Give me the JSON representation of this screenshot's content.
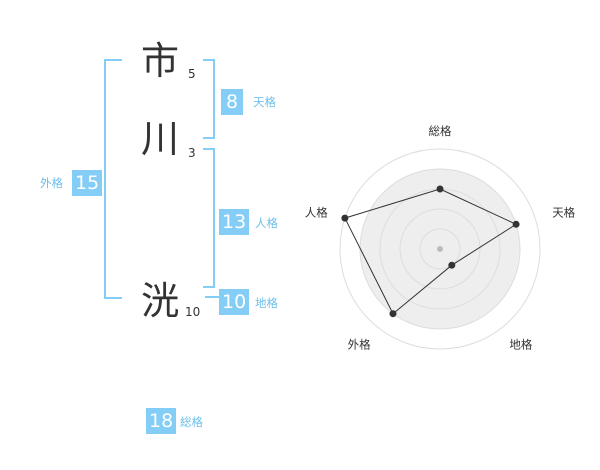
{
  "name": {
    "characters": [
      {
        "char": "市",
        "strokes": "5"
      },
      {
        "char": "川",
        "strokes": "3"
      },
      {
        "char": "洸",
        "strokes": "10"
      }
    ]
  },
  "kakusu": {
    "tenkaku": {
      "label": "天格",
      "value": "8"
    },
    "jinkaku": {
      "label": "人格",
      "value": "13"
    },
    "chikaku": {
      "label": "地格",
      "value": "10"
    },
    "gaikaku": {
      "label": "外格",
      "value": "15"
    },
    "soukaku": {
      "label": "総格",
      "value": "18"
    }
  },
  "colors": {
    "accent": "#84cdf6",
    "label_blue": "#6dbfe9",
    "text": "#333333",
    "radar_grid": "#dddddd",
    "radar_fill": "#eeeeee",
    "radar_line": "#333333"
  },
  "chart_data": {
    "type": "radar",
    "axes": [
      "総格",
      "天格",
      "地格",
      "外格",
      "人格"
    ],
    "values": [
      3,
      4,
      1,
      4,
      5
    ],
    "max": 5,
    "rings": 5
  }
}
